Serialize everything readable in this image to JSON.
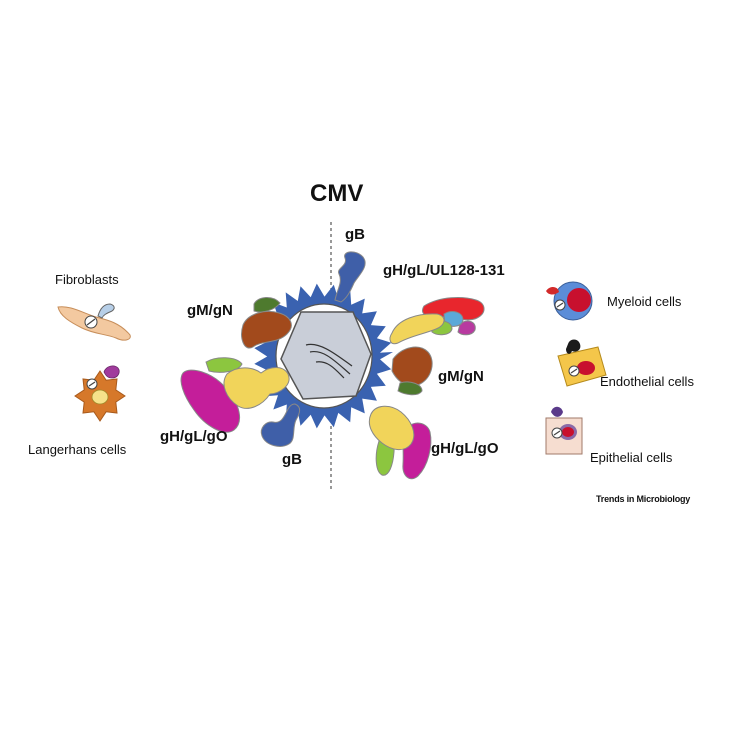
{
  "title": "CMV",
  "glycoproteins": {
    "gb_top": "gB",
    "gb_bottom": "gB",
    "pentamer": "gH/gL/UL128-131",
    "gmgn_left": "gM/gN",
    "gmgn_right": "gM/gN",
    "trimer_left": "gH/gL/gO",
    "trimer_right": "gH/gL/gO"
  },
  "cells": {
    "fibroblasts": "Fibroblasts",
    "langerhans": "Langerhans cells",
    "myeloid": "Myeloid cells",
    "endothelial": "Endothelial cells",
    "epithelial": "Epithelial cells"
  },
  "credit": "Trends in Microbiology",
  "colors": {
    "gB": "#3f5fa8",
    "gM": "#a24a1c",
    "gN": "#4e7a2e",
    "gH": "#f1d45a",
    "gL": "#8cc63f",
    "gO": "#c41e9a",
    "UL128": "#e8262d",
    "UL130": "#5ba9d8",
    "UL131": "#b83aa0",
    "spikes": "#3a62b0",
    "capsid": "#c9ced8"
  }
}
